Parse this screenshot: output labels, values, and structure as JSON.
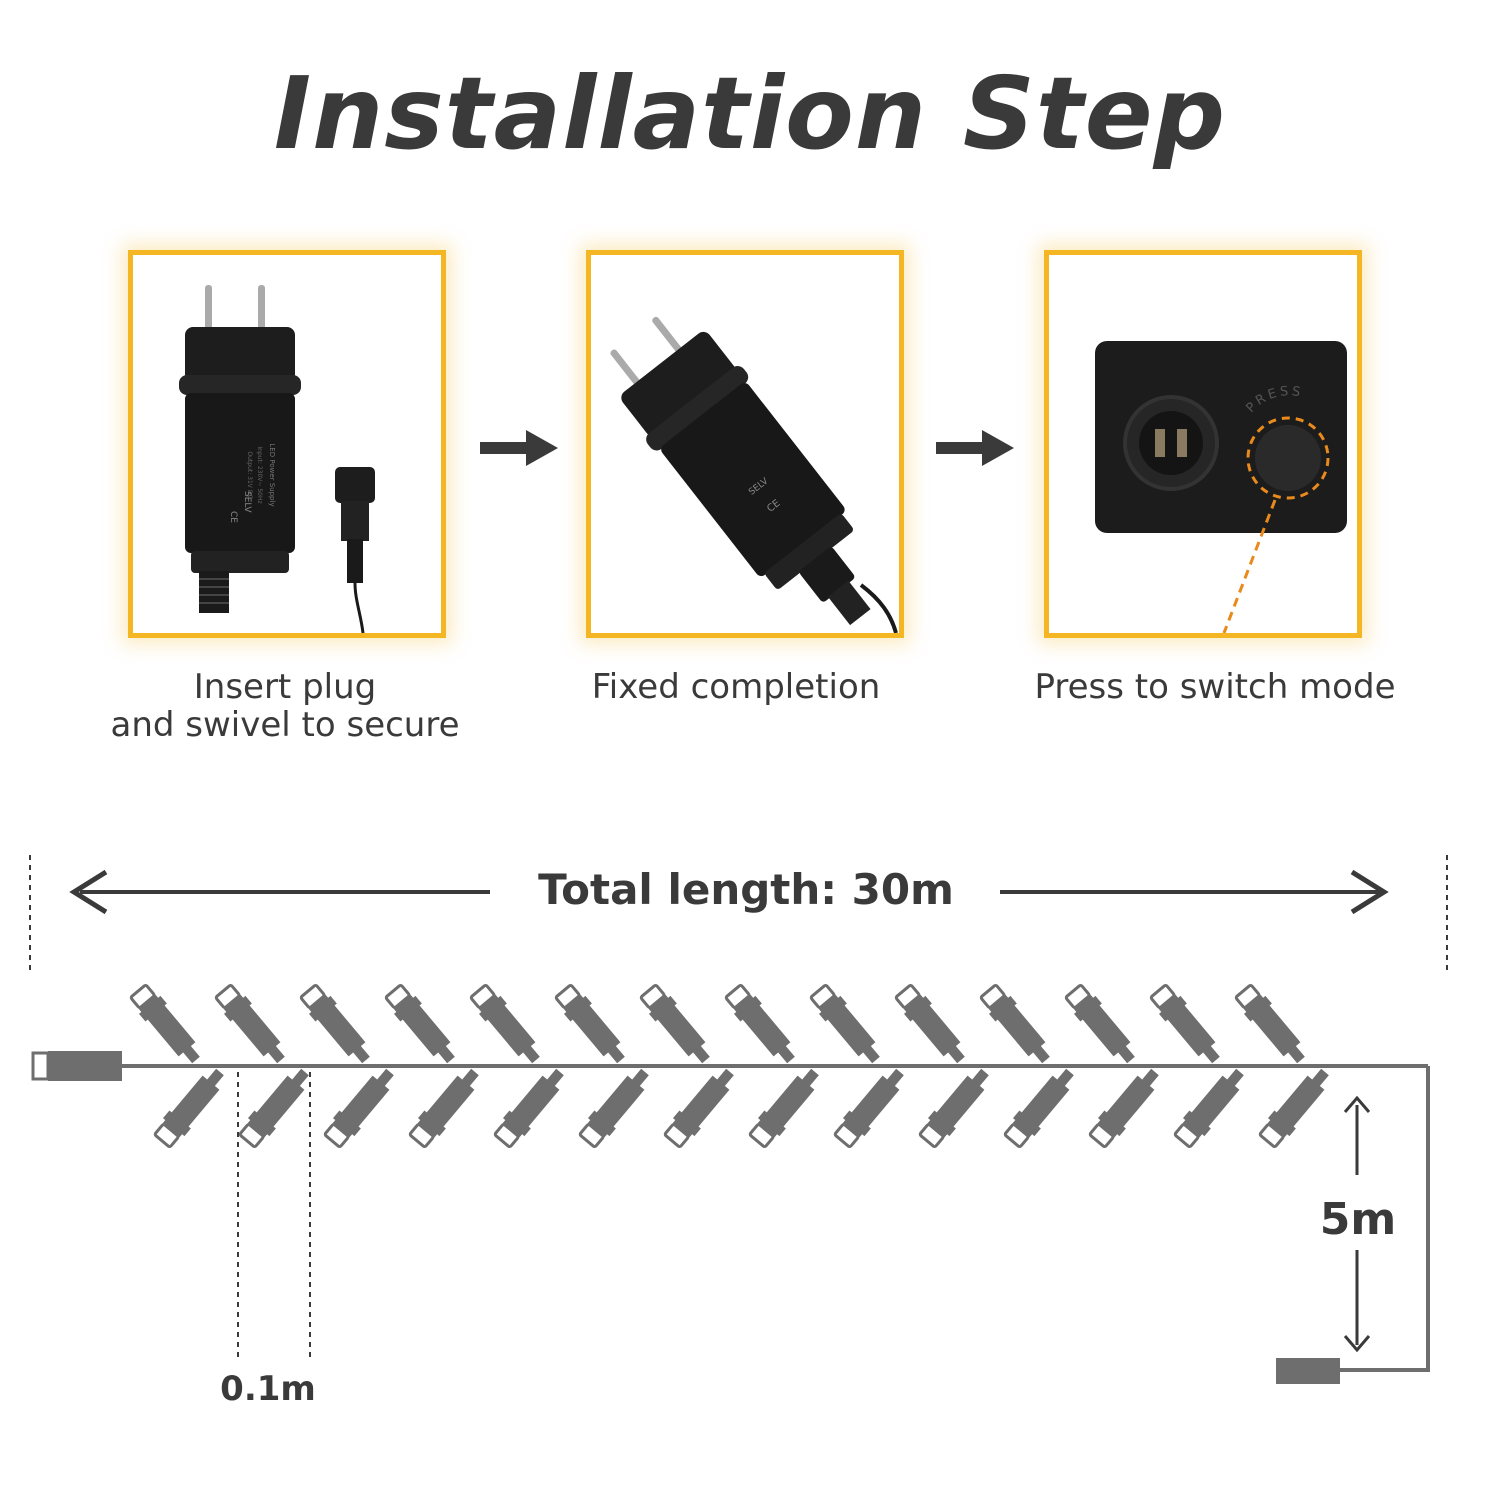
{
  "title": "Installation Step",
  "steps": [
    {
      "caption_line1": "Insert plug",
      "caption_line2": "and swivel to secure"
    },
    {
      "caption_line1": "Fixed completion",
      "caption_line2": ""
    },
    {
      "caption_line1": "Press to switch mode",
      "caption_line2": ""
    }
  ],
  "device_text": {
    "selv": "SELV",
    "ce": "CE",
    "press": "PRESS"
  },
  "measurements": {
    "total_length": "Total length: 30m",
    "drop_length": "5m",
    "spacing": "0.1m"
  },
  "colors": {
    "accent": "#f5b623",
    "dashed_pointer": "#e98a1c",
    "text": "#3a3a3a",
    "led": "#6e6e6e"
  },
  "led_counts": {
    "top_row": 14,
    "bottom_row": 14
  }
}
